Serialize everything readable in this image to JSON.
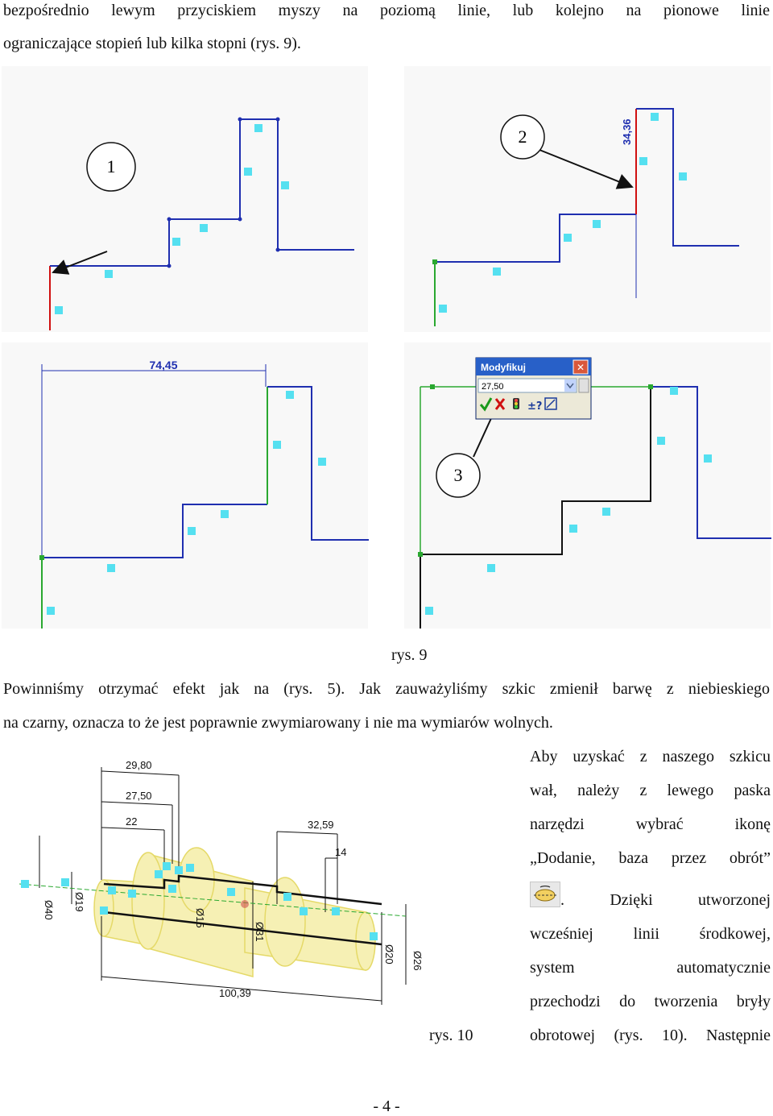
{
  "paragraph_top": {
    "line1": "bezpośrednio lewym przyciskiem myszy na poziomą linie, lub kolejno na pionowe linie",
    "line2": "ograniczające stopień lub kilka stopni (rys. 9)."
  },
  "figure9": {
    "callouts": [
      "1",
      "2",
      "3"
    ],
    "dim_a": "34,36",
    "dim_b": "74,45",
    "dialog": {
      "title": "Modyfikuj",
      "value": "27,50",
      "close_glyph": "✕"
    },
    "caption": "rys. 9"
  },
  "paragraph_mid": {
    "line1": "Powinniśmy otrzymać efekt jak na (rys. 5). Jak zauważyliśmy szkic zmienił barwę z niebieskiego",
    "line2": "na czarny, oznacza to że jest poprawnie zwymiarowany i nie ma wymiarów wolnych."
  },
  "figure10": {
    "dims": [
      "29,80",
      "27,50",
      "22",
      "32,59",
      "14",
      "Ø40",
      "Ø19",
      "Ø15",
      "Ø31",
      "Ø20",
      "Ø26",
      "100,39"
    ],
    "caption": "rys. 10"
  },
  "side_text": {
    "lines": [
      "Aby uzyskać z naszego szkicu",
      "wał, należy z lewego paska",
      "narzędzi wybrać ikonę",
      "„Dodanie, baza przez obrót”",
      ". Dzięki utworzonej",
      "wcześniej linii środkowej,",
      "system automatycznie",
      "przechodzi do tworzenia bryły",
      "obrotowej (rys. 10). Następnie"
    ]
  },
  "page_number": "- 4 -",
  "colors": {
    "sketch_blue": "#1f2fb0",
    "selected_red": "#d01010",
    "constrained_green": "#2aa830",
    "relation_cyan": "#55e0f0",
    "shaft_yellow": "#f6f0b0"
  }
}
